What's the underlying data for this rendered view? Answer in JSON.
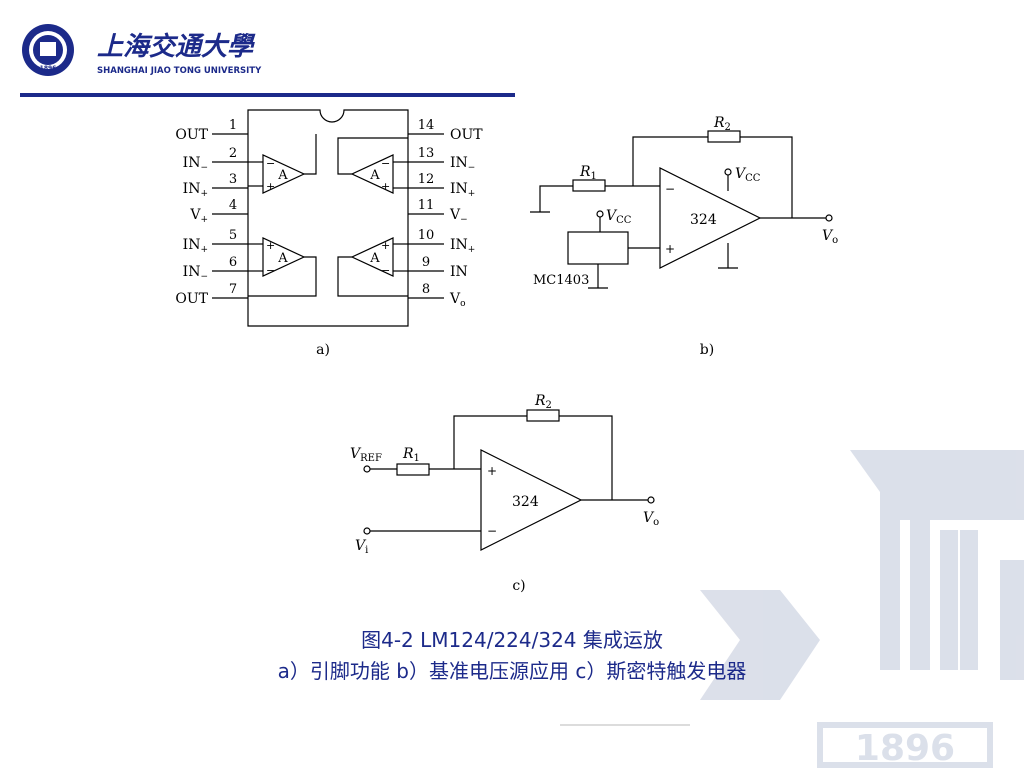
{
  "header": {
    "logo_cn": "上海交通大學",
    "logo_en": "SHANGHAI  JIAO TONG  UNIVERSITY",
    "seal_year": "1896"
  },
  "watermark": {
    "year": "1896"
  },
  "colors": {
    "brand": "#1c2a8a",
    "line": "#000000",
    "watermark": "#d8dde8"
  },
  "diagram_a": {
    "label": "a)",
    "left_pins": [
      {
        "num": "1",
        "name": "OUT"
      },
      {
        "num": "2",
        "name": "IN",
        "sub": "−"
      },
      {
        "num": "3",
        "name": "IN",
        "sub": "+"
      },
      {
        "num": "4",
        "name": "V",
        "sub": "+"
      },
      {
        "num": "5",
        "name": "IN",
        "sub": "+"
      },
      {
        "num": "6",
        "name": "IN",
        "sub": "−"
      },
      {
        "num": "7",
        "name": "OUT"
      }
    ],
    "right_pins": [
      {
        "num": "14",
        "name": "OUT"
      },
      {
        "num": "13",
        "name": "IN",
        "sub": "−"
      },
      {
        "num": "12",
        "name": "IN",
        "sub": "+"
      },
      {
        "num": "11",
        "name": "V",
        "sub": "−"
      },
      {
        "num": "10",
        "name": "IN",
        "sub": "+"
      },
      {
        "num": "9",
        "name": "IN"
      },
      {
        "num": "8",
        "name": "V",
        "sub": "o"
      }
    ],
    "amp_label": "A"
  },
  "diagram_b": {
    "label": "b)",
    "r1": "R",
    "r1_sub": "1",
    "r2": "R",
    "r2_sub": "2",
    "vcc": "V",
    "vcc_sub": "CC",
    "amp": "324",
    "out": "V",
    "out_sub": "o",
    "ref_chip": "MC1403"
  },
  "diagram_c": {
    "label": "c)",
    "r1": "R",
    "r1_sub": "1",
    "r2": "R",
    "r2_sub": "2",
    "vref": "V",
    "vref_sub": "REF",
    "vi": "V",
    "vi_sub": "i",
    "amp": "324",
    "out": "V",
    "out_sub": "o"
  },
  "caption": {
    "line1": "图4-2  LM124/224/324 集成运放",
    "line2": "a）引脚功能    b）基准电压源应用   c）斯密特触发电器"
  }
}
